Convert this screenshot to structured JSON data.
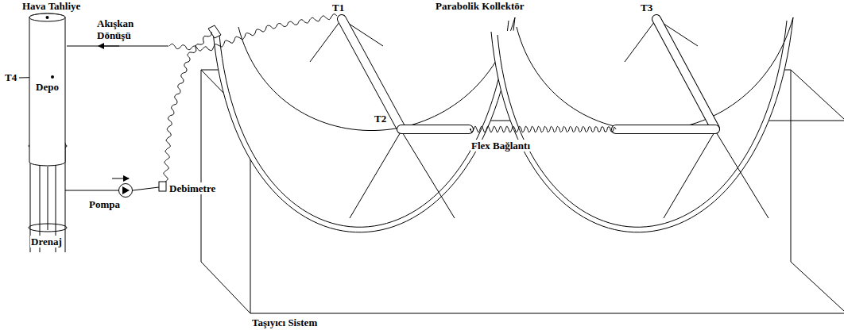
{
  "diagram": {
    "nodes": [
      {
        "text": [
          "Depo"
        ]
      }
    ],
    "labels": [
      "Parabolik Kollektör",
      "Hava Tahliye",
      "Akışkan Dönüşü",
      "T4",
      "T1",
      "T2",
      "T3",
      "Flex Bağlantı",
      "Debimetre",
      "Pompa",
      "Drenaj",
      "Taşıyıcı Sistem"
    ]
  }
}
